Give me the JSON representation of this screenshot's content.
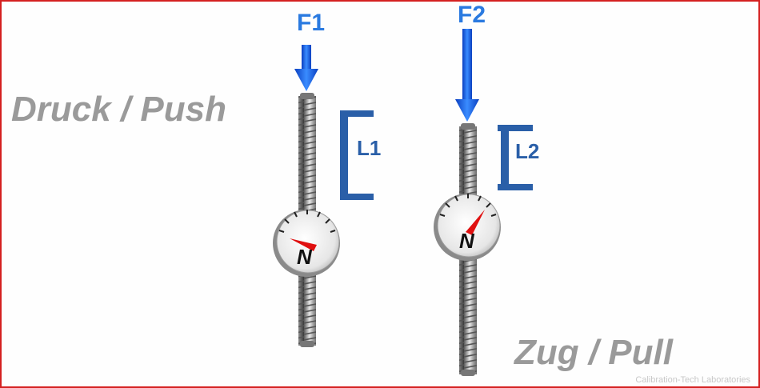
{
  "labels": {
    "push": "Druck  / Push",
    "pull": "Zug / Pull",
    "force1": "F1",
    "force2": "F2",
    "length1": "L1",
    "length2": "L2",
    "gauge1": "N",
    "gauge2": "N"
  },
  "watermark": "Calibration-Tech Laboratories",
  "colors": {
    "frame": "#d42020",
    "arrow": "#1f5fe0",
    "bracket": "#2a5fa8",
    "needle": "#e01010",
    "text_gray": "#9a9a9a"
  }
}
